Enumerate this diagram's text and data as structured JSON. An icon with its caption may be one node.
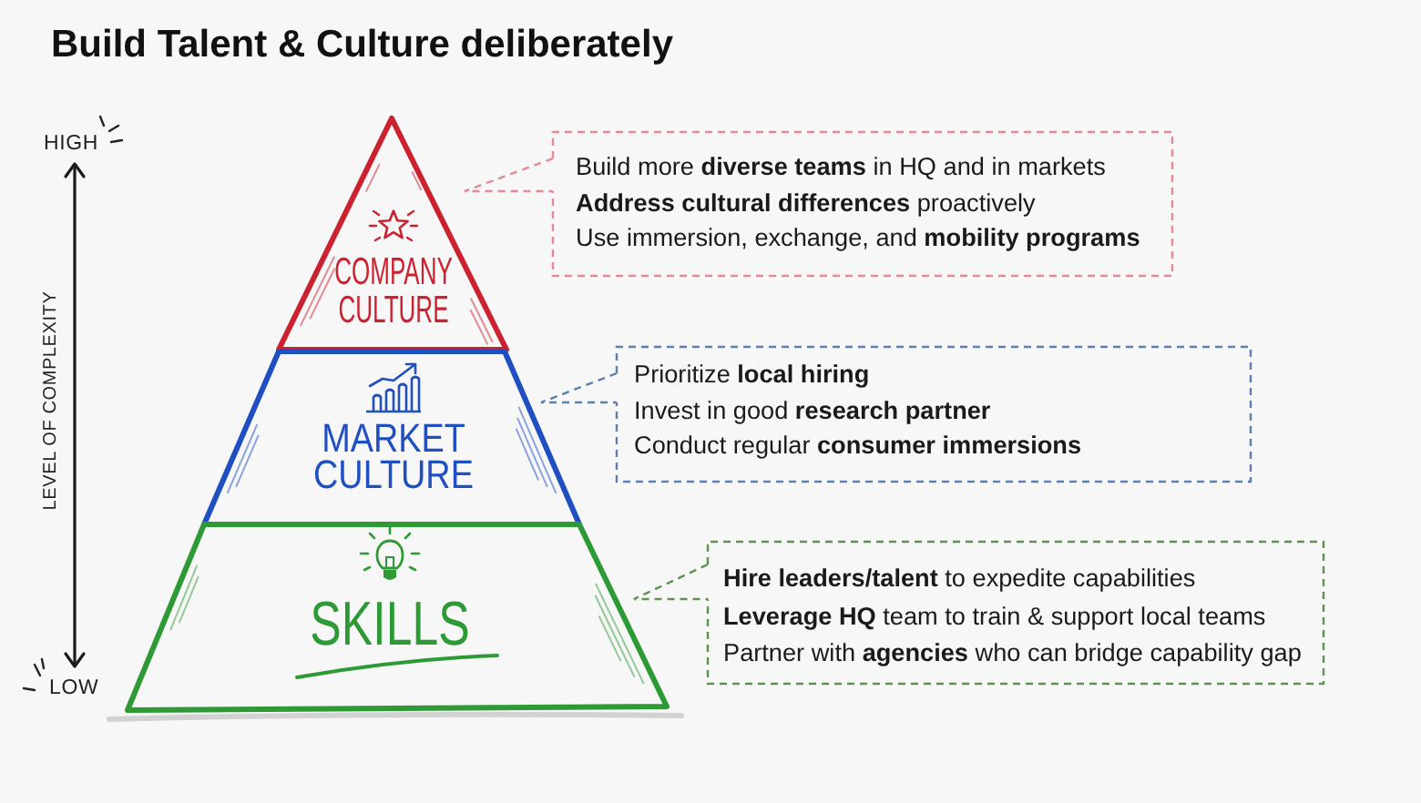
{
  "diagram": {
    "title": "Build Talent & Culture deliberately",
    "nodes": [
      {
        "text": [
          "COMPANY CULTURE"
        ]
      },
      {
        "text": [
          "Build more **diverse teams** in HQ and in markets",
          "**Address cultural differences** proactively",
          "Use immersion, exchange, and **mobility programs**"
        ]
      },
      {
        "text": [
          "MARKET CULTURE"
        ]
      },
      {
        "text": [
          "Prioritize **local hiring**",
          "Invest in good **research partner**",
          "Conduct regular **consumer immersions**"
        ]
      },
      {
        "text": [
          "SKILLS"
        ]
      },
      {
        "text": [
          "**Hire leaders/talent** to expedite capabilities",
          "**Leverage HQ** team to train & support local teams",
          "Partner with **agencies** who can bridge capability gap"
        ]
      }
    ],
    "edges": [
      {
        "from": 1,
        "to": 0,
        "arrow": "none",
        "style": "dashed",
        "color": "#e48a96"
      },
      {
        "from": 3,
        "to": 2,
        "arrow": "none",
        "style": "dashed",
        "color": "#5b7fb0"
      },
      {
        "from": 5,
        "to": 4,
        "arrow": "none",
        "style": "dashed",
        "color": "#5f9150"
      }
    ],
    "labels": [
      "HIGH",
      "LEVEL OF COMPLEXITY",
      "LOW"
    ]
  }
}
